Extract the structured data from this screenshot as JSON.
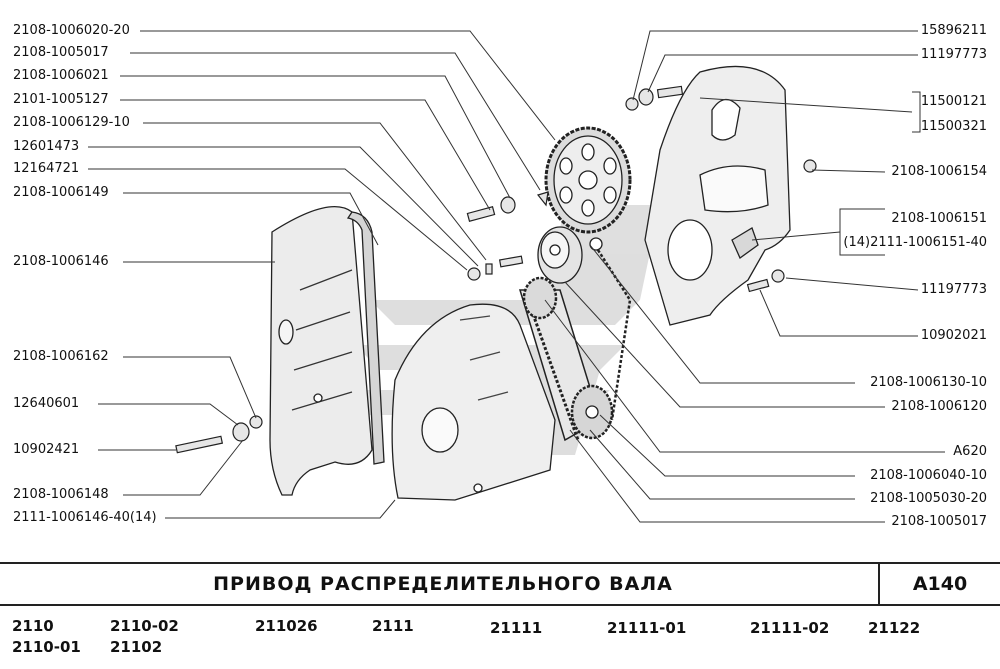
{
  "title": "ПРИВОД РАСПРЕДЕЛИТЕЛЬНОГО ВАЛА",
  "code": "А140",
  "left_labels": [
    "2108-1006020-20",
    "2108-1005017",
    "2108-1006021",
    "2101-1005127",
    "2108-1006129-10",
    "12601473",
    "12164721",
    "2108-1006149",
    "2108-1006146",
    "2108-1006162",
    "12640601",
    "10902421",
    "2108-1006148",
    "2111-1006146-40(14)"
  ],
  "right_labels": [
    "15896211",
    "11197773",
    "11500121",
    "11500321",
    "2108-1006154",
    "2108-1006151",
    "(14)2111-1006151-40",
    "11197773",
    "10902021",
    "2108-1006130-10",
    "2108-1006120",
    "А620",
    "2108-1006040-10",
    "2108-1005030-20",
    "2108-1005017"
  ],
  "models": [
    "2110",
    "2110-01",
    "2110-02",
    "21102",
    "211026",
    "2111",
    "21111",
    "21111-01",
    "21111-02",
    "21122"
  ]
}
